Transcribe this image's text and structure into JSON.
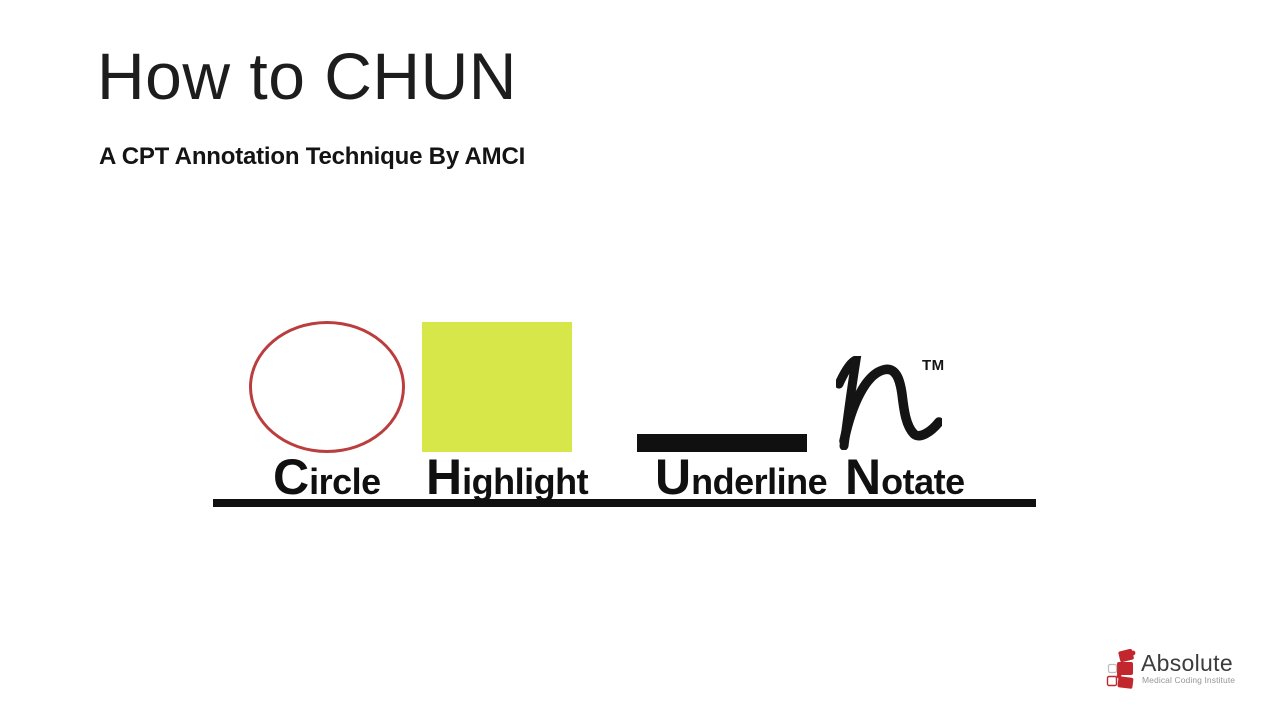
{
  "slide": {
    "title": "How to CHUN",
    "subtitle": "A CPT Annotation Technique By AMCI",
    "techniques": [
      {
        "id": "circle",
        "initial": "C",
        "rest": "ircle",
        "label": "Circle",
        "glyph": "red-circle-outline"
      },
      {
        "id": "highlight",
        "initial": "H",
        "rest": "ighlight",
        "label": "Highlight",
        "glyph": "yellow-green-square"
      },
      {
        "id": "underline",
        "initial": "U",
        "rest": "nderline",
        "label": "Underline",
        "glyph": "black-underline-bar"
      },
      {
        "id": "notate",
        "initial": "N",
        "rest": "otate",
        "label": "Notate",
        "glyph": "script-n"
      }
    ],
    "notate_trademark": "TM",
    "colors": {
      "ink": "#101010",
      "circle_stroke": "#bb3e3e",
      "highlight_fill": "#d7e74a",
      "logo_red": "#c1272d"
    },
    "logo": {
      "name": "Absolute",
      "tagline": "Medical Coding Institute"
    }
  }
}
